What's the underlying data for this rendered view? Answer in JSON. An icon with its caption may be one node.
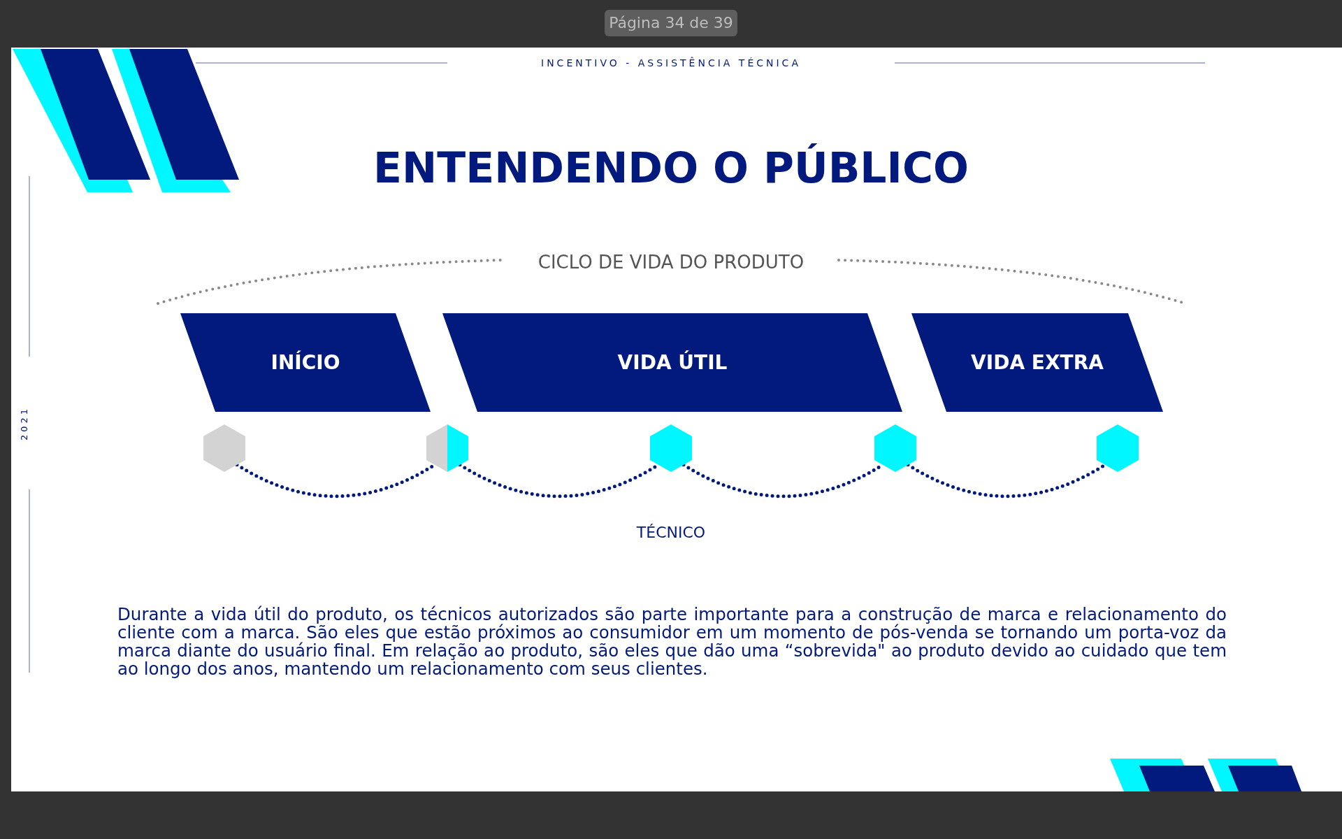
{
  "diagram": {
    "title": "ENTENDENDO O PÚBLICO",
    "nodes": [
      {
        "text": [
          "INÍCIO"
        ]
      },
      {
        "text": [
          "VIDA ÚTIL"
        ]
      },
      {
        "text": [
          "VIDA EXTRA"
        ]
      },
      {
        "text": [],
        "shape": "hexagon"
      },
      {
        "text": [],
        "shape": "hexagon"
      },
      {
        "text": [],
        "shape": "hexagon"
      },
      {
        "text": [],
        "shape": "hexagon"
      },
      {
        "text": [],
        "shape": "hexagon"
      }
    ],
    "edges": [
      {
        "from": 3,
        "to": 4,
        "arrow": "none",
        "style": "dashed"
      },
      {
        "from": 4,
        "to": 5,
        "arrow": "none",
        "style": "dashed"
      },
      {
        "from": 5,
        "to": 6,
        "arrow": "none",
        "style": "dashed"
      },
      {
        "from": 6,
        "to": 7,
        "arrow": "none",
        "style": "dashed"
      }
    ],
    "labels": [
      "Página 34 de 39",
      "INCENTIVO - ASSISTÊNCIA TÉCNICA",
      "CICLO DE VIDA DO PRODUTO",
      "2021",
      "TÉCNICO",
      "Durante a vida útil do produto, os técnicos autorizados são parte importante para a construção de marca e relacionamento do cliente com a marca. São eles que estão próximos ao consumidor em um momento de pós-venda se tornando um porta-voz da marca diante do usuário final. Em relação ao produto, são eles que dão uma “sobrevida\" ao produto devido ao cuidado que tem ao longo dos anos, mantendo um relacionamento com seus clientes."
    ]
  }
}
